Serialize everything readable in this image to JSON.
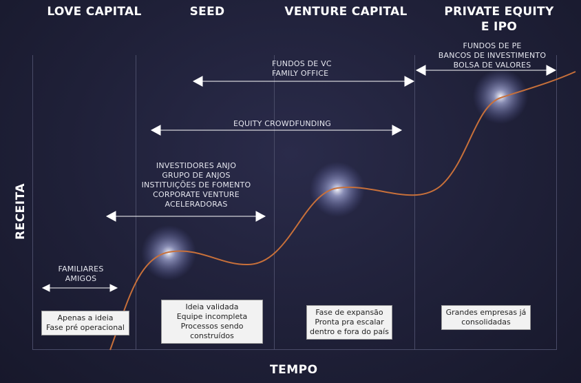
{
  "stages": [
    {
      "title": "LOVE CAPITAL"
    },
    {
      "title": "SEED"
    },
    {
      "title": "VENTURE CAPITAL"
    },
    {
      "title": "PRIVATE EQUITY\nE IPO"
    }
  ],
  "investor_groups": {
    "fundos_vc": "FUNDOS DE VC\nFAMILY OFFICE",
    "private_equity": "FUNDOS DE PE\nBANCOS DE INVESTIMENTO\nBOLSA DE VALORES",
    "crowdfunding": "EQUITY CROWDFUNDING",
    "anjos": "INVESTIDORES ANJO\nGRUPO DE ANJOS\nINSTITUIÇÕES DE FOMENTO\nCORPORATE VENTURE\nACELERADORAS",
    "familiares": "FAMILIARES\nAMIGOS"
  },
  "stage_boxes": {
    "love": "Apenas a ideia\nFase pré operacional",
    "seed": "Ideia validada\nEquipe incompleta\nProcessos sendo\nconstruídos",
    "vc": "Fase de expansão\nPronta pra escalar\ndentro e fora do país",
    "pe": "Grandes empresas já\nconsolidadas"
  },
  "axes": {
    "x_label": "TEMPO",
    "y_label": "RECEITA"
  },
  "colors": {
    "curve": "#c8703a",
    "glow": "#c9cfff",
    "background": "#1f2038"
  }
}
